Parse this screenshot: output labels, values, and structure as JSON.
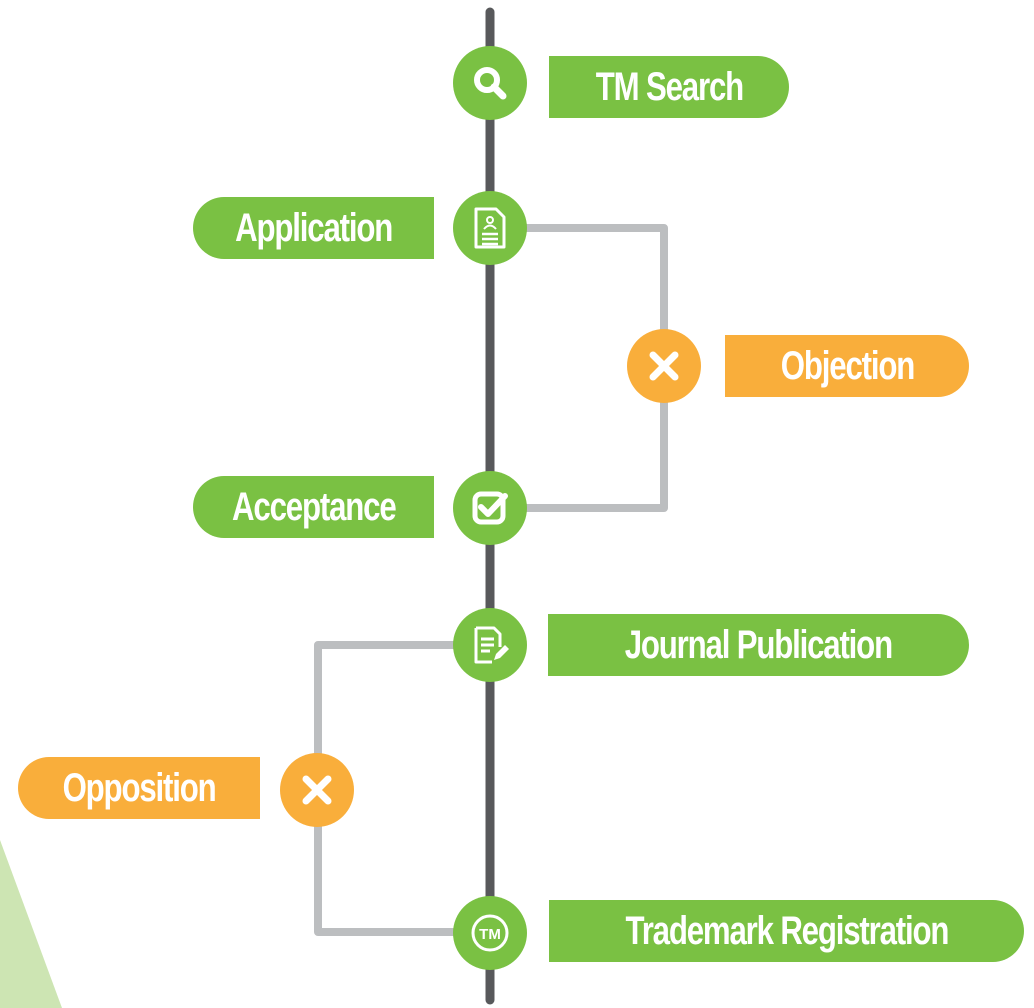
{
  "colors": {
    "green": "#7ac143",
    "orange": "#f9ae3b",
    "spine": "#58595b",
    "connector": "#bcbec0",
    "accent_triangle": "#cde5b3"
  },
  "steps": [
    {
      "id": "tm-search",
      "label": "TM Search",
      "icon": "search-icon",
      "status": "main"
    },
    {
      "id": "application",
      "label": "Application",
      "icon": "document-icon",
      "status": "main"
    },
    {
      "id": "objection",
      "label": "Objection",
      "icon": "close-icon",
      "status": "branch"
    },
    {
      "id": "acceptance",
      "label": "Acceptance",
      "icon": "checkbox-icon",
      "status": "main"
    },
    {
      "id": "journal-publication",
      "label": "Journal Publication",
      "icon": "edit-document-icon",
      "status": "main"
    },
    {
      "id": "opposition",
      "label": "Opposition",
      "icon": "close-icon",
      "status": "branch"
    },
    {
      "id": "trademark-registration",
      "label": "Trademark Registration",
      "icon": "trademark-icon",
      "status": "main"
    }
  ]
}
